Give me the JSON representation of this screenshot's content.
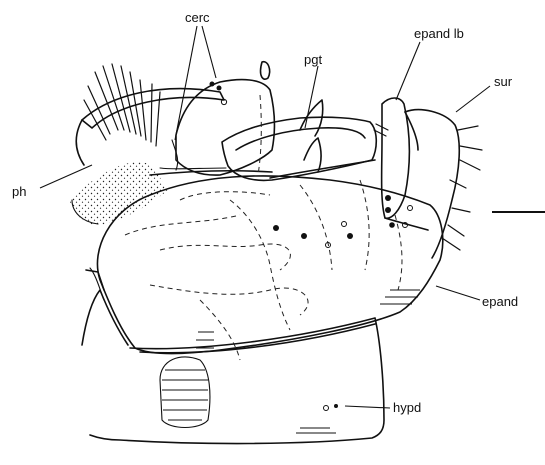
{
  "labels": {
    "cerc": "cerc",
    "pgt": "pgt",
    "epand_lb": "epand lb",
    "sur": "sur",
    "ph": "ph",
    "epand": "epand",
    "hypd": "hypd"
  }
}
